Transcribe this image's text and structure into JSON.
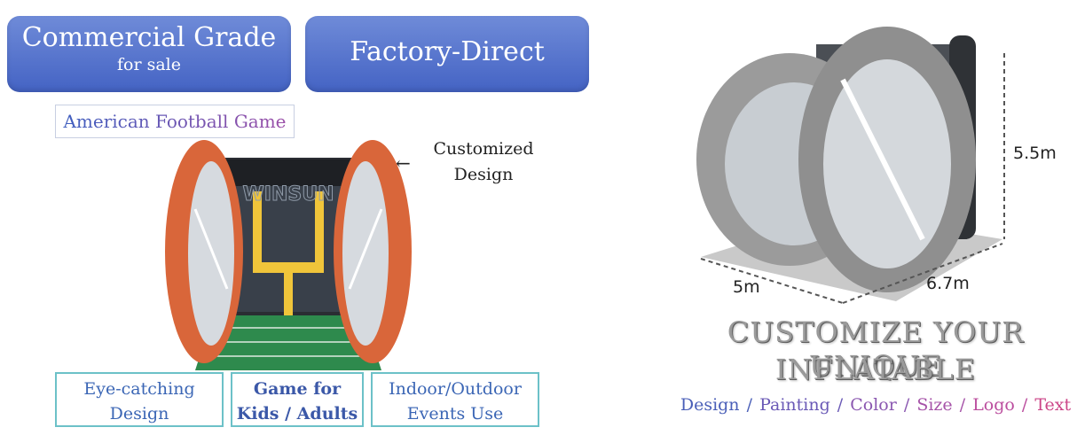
{
  "badges": {
    "commercial": {
      "main": "Commercial Grade",
      "sub": "for sale"
    },
    "factory": {
      "main": "Factory-Direct"
    }
  },
  "product": {
    "title": "American Football Game",
    "annotation_line1": "Customized",
    "annotation_line2": "Design",
    "brand_text": "WINSUN"
  },
  "features": [
    {
      "line1": "Eye-catching",
      "line2": "Design"
    },
    {
      "line1": "Game for",
      "line2": "Kids / Adults"
    },
    {
      "line1": "Indoor/Outdoor",
      "line2": "Events Use"
    }
  ],
  "dimensions": {
    "height": "5.5m",
    "width": "5m",
    "depth": "6.7m"
  },
  "headline": {
    "line1": "CUSTOMIZE YOUR UNIQUE",
    "line2": "INFLATABLE"
  },
  "options": {
    "items": [
      "Design",
      "Painting",
      "Color",
      "Size",
      "Logo",
      "Text"
    ],
    "separator": "/",
    "colors": [
      "#4a5fb8",
      "#6a59b6",
      "#8a57b0",
      "#a653a8",
      "#bb4d9e",
      "#cc4688"
    ]
  },
  "colors": {
    "badge": "#4f6fcb",
    "frame_orange": "#d9663a",
    "frame_gray": "#9b9b9b",
    "goal_yellow": "#f0c53a"
  }
}
